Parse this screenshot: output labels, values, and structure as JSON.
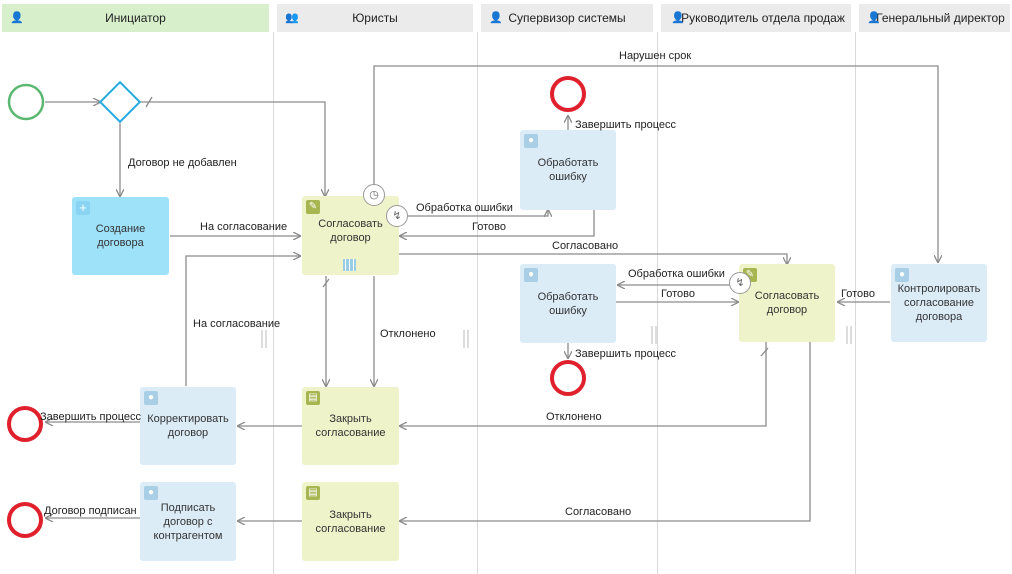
{
  "lanes": [
    {
      "title": "Инициатор",
      "icon": "user-icon"
    },
    {
      "title": "Юристы",
      "icon": "users-icon"
    },
    {
      "title": "Супервизор системы",
      "icon": "user-icon"
    },
    {
      "title": "Руководитель отдела продаж",
      "icon": "user-icon"
    },
    {
      "title": "Генеральный директор",
      "icon": "user-icon"
    }
  ],
  "tasks": {
    "create": "Создание договора",
    "approve_lawyers": "Согласовать договор",
    "handle_error_1": "Обработать ошибку",
    "handle_error_2": "Обработать ошибку",
    "approve_head": "Согласовать договор",
    "control_gd": "Контролировать согласование договора",
    "correct": "Корректировать договор",
    "close_1": "Закрыть согласование",
    "sign": "Подписать договор с контрагентом",
    "close_2": "Закрыть согласование"
  },
  "flow_labels": {
    "deadline_broken": "Нарушен срок",
    "contract_not_added": "Договор не добавлен",
    "to_approval_1": "На согласование",
    "to_approval_2": "На согласование",
    "error_handling_1": "Обработка ошибки",
    "done_1": "Готово",
    "finish_process_1": "Завершить процесс",
    "approved_1": "Согласовано",
    "error_handling_2": "Обработка ошибки",
    "done_2": "Готово",
    "done_3": "Готово",
    "finish_process_2": "Завершить процесс",
    "rejected_1": "Отклонено",
    "rejected_2": "Отклонено",
    "finish_process_3": "Завершить процесс",
    "approved_2": "Согласовано",
    "contract_signed": "Договор подписан"
  },
  "colors": {
    "start_event": "#5cb870",
    "end_event": "#e0202c",
    "gateway": "#29abe2",
    "flow_line": "#8c8c8c"
  }
}
